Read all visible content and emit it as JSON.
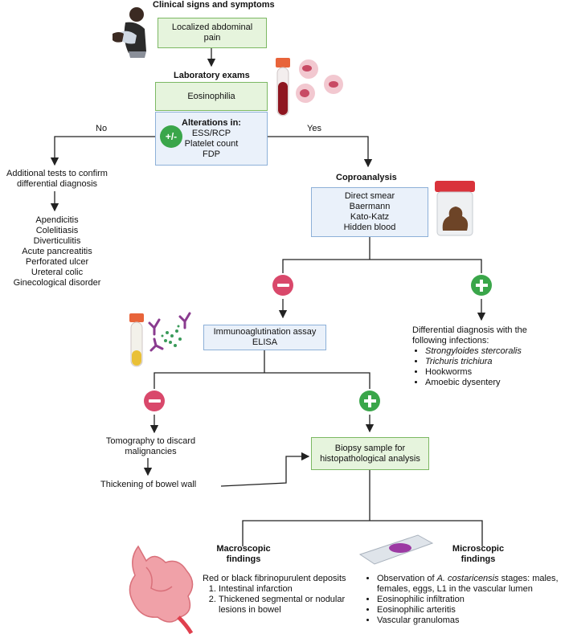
{
  "clinical": {
    "heading": "Clinical signs and symptoms",
    "box": "Localized abdominal pain"
  },
  "lab": {
    "heading": "Laboratory exams",
    "eosinophilia": "Eosinophilia",
    "badge": "+/-",
    "alterations_title": "Alterations in:",
    "alterations": [
      "ESS/RCP",
      "Platelet count",
      "FDP"
    ]
  },
  "branches": {
    "no": "No",
    "yes": "Yes"
  },
  "left": {
    "additional": "Additional tests to confirm differential diagnosis",
    "differentials": [
      "Apendicitis",
      "Colelitiasis",
      "Diverticulitis",
      "Acute pancreatitis",
      "Perforated ulcer",
      "Ureteral colic",
      "Ginecological disorder"
    ]
  },
  "copro": {
    "heading": "Coproanalysis",
    "methods": [
      "Direct smear",
      "Baermann",
      "Kato-Katz",
      "Hidden blood"
    ]
  },
  "positive_copro": {
    "intro": "Differential diagnosis with the following infections:",
    "items": [
      "Strongyloides stercoralis",
      "Trichuris trichiura",
      "Hookworms",
      "Amoebic dysentery"
    ]
  },
  "immuno": {
    "lines": [
      "Immunoaglutination assay",
      "ELISA"
    ]
  },
  "negative_immuno": {
    "tomography": "Tomography to discard malignancies",
    "thickening": "Thickening of bowel wall"
  },
  "biopsy": {
    "text": "Biopsy sample for histopathological analysis"
  },
  "macro": {
    "heading": "Macroscopic findings",
    "intro": "Red or black fibrinopurulent deposits",
    "items": [
      "Intestinal infarction",
      "Thickened segmental or nodular lesions in bowel"
    ]
  },
  "micro": {
    "heading": "Microscopic findings",
    "obs_prefix": "Observation of ",
    "obs_species": "A. costaricensis",
    "obs_suffix": " stages: males, females, eggs, L1 in the vascular lumen",
    "items": [
      "Eosinophilic infiltration",
      "Eosinophilic arteritis",
      "Vascular granulomas"
    ]
  },
  "icons": {
    "patient": "person-holding-abdomen-icon",
    "blood_tube": "blood-tube-icon",
    "eosinophils": "eosinophil-cells-icon",
    "stool_cup": "stool-container-icon",
    "serum_tube": "serum-tube-icon",
    "antibodies": "antibody-icon",
    "intestine": "intestine-icon",
    "slide": "microscope-slide-icon"
  },
  "colors": {
    "green_fill": "#e6f4dd",
    "green_border": "#7cb863",
    "blue_fill": "#eaf1fa",
    "blue_border": "#8db0d8",
    "minus": "#d9486b",
    "plus": "#3aa64a"
  }
}
